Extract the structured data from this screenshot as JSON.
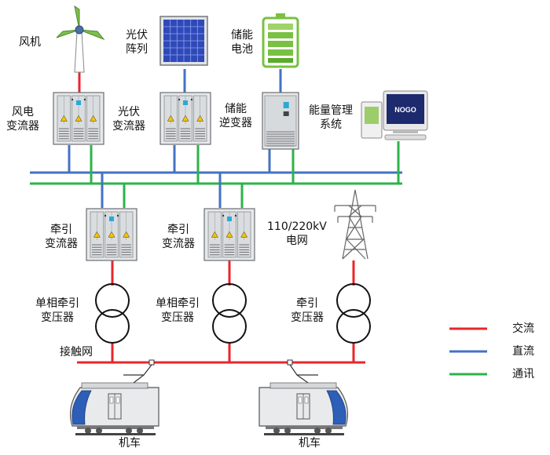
{
  "sources": {
    "wind": [
      "风机"
    ],
    "pv": [
      "光伏",
      "阵列"
    ],
    "battery": [
      "储能",
      "电池"
    ]
  },
  "converters": {
    "wind": [
      "风电",
      "变流器"
    ],
    "pv": [
      "光伏",
      "变流器"
    ],
    "storage": [
      "储能",
      "逆变器"
    ],
    "ems": [
      "能量管理",
      "系统"
    ],
    "ems_screen_text": "NOGO"
  },
  "traction": {
    "converter_1": [
      "牵引",
      "变流器"
    ],
    "converter_2": [
      "牵引",
      "变流器"
    ],
    "grid": [
      "110/220kV",
      "电网"
    ],
    "transformer_1": [
      "单相牵引",
      "变压器"
    ],
    "transformer_2": [
      "单相牵引",
      "变压器"
    ],
    "transformer_3": [
      "牵引",
      "变压器"
    ],
    "catenary": "接触网",
    "loco_1": "机车",
    "loco_2": "机车"
  },
  "legend": [
    {
      "label": "交流",
      "color": "#e8262b"
    },
    {
      "label": "直流",
      "color": "#4472c4"
    },
    {
      "label": "通讯",
      "color": "#2db34a"
    }
  ]
}
